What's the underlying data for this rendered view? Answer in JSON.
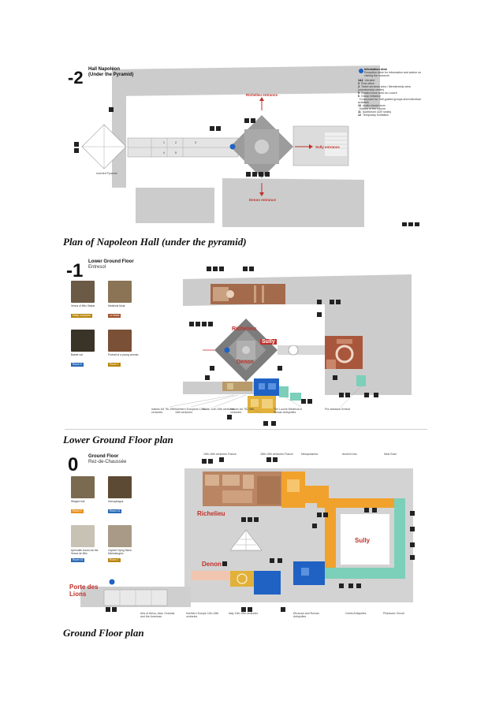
{
  "maps": {
    "hall": {
      "level_number": "-2",
      "title": "Hall Napoléon",
      "subtitle": "(Under the Pyramid)",
      "richelieu_entrance": "Richelieu entrance",
      "denon_entrance": "Denon entrance",
      "sully_entrance": "Sully entrance",
      "inverted_pyramid": "Inverted Pyramid",
      "legend": {
        "info_title": "Information desk",
        "info_text": "Reception desk for information and advice on visiting the museum",
        "items": [
          {
            "num": "1&2",
            "text": "Librairie"
          },
          {
            "num": "3",
            "text": "Post office"
          },
          {
            "num": "4",
            "text": "Ticket services area / Membership area (membership center)"
          },
          {
            "num": "5",
            "text": "Guided tours area du Louvre"
          },
          {
            "num": "6",
            "text": "Group entrance"
          },
          {
            "num": "",
            "text": "Cross point for Self-guided groups and individual activities"
          },
          {
            "num": "10",
            "text": "Audio-visual room"
          },
          {
            "num": "",
            "text": "Editors of the Louvre"
          },
          {
            "num": "11",
            "text": "Auditorium (420 seats)"
          },
          {
            "num": "12",
            "text": "Temporary exhibition"
          }
        ]
      }
    },
    "lower": {
      "level_number": "-1",
      "title": "Lower Ground Floor",
      "subtitle": "Entresol",
      "sully_label": "Sully",
      "richelieu_label": "Richelieu",
      "denon_label": "Denon",
      "thumbs": [
        {
          "label": "Venus of Milo Statue",
          "tag": "Marly courtyard",
          "tag_color": "#b8860b"
        },
        {
          "label": "Medieval Moat",
          "tag": "Le fossé",
          "tag_color": "#a0522d"
        },
        {
          "label": "Bastet cat",
          "tag": "Room 6",
          "tag_color": "#2a6ab5"
        },
        {
          "label": "Portrait of a young woman",
          "tag": "Room 1",
          "tag_color": "#b8860b"
        }
      ],
      "bottom_labels": [
        "Islamic Art 7th-19th centuries",
        "Northern European 12th-16th centuries",
        "Italian 11th-15th centuries",
        "Islamic Art 7th-19th centuries",
        "The Louvre Medieval & Roman Antiquities",
        "Pre-classical Greece"
      ]
    },
    "ground": {
      "level_number": "0",
      "title": "Ground Floor",
      "subtitle": "Rez-de-Chaussée",
      "richelieu_label": "Richelieu",
      "denon_label": "Denon",
      "sully_label": "Sully",
      "porte_label": "Porte des Lions",
      "thumbs": [
        {
          "label": "Winged bull",
          "tag": "Room 4",
          "tag_color": "#e8901e"
        },
        {
          "label": "Sarcophagus",
          "tag": "Room 14",
          "tag_color": "#2a6ab5"
        },
        {
          "label": "Aphrodite known as the Venus de Milo",
          "tag": "Room 16",
          "tag_color": "#2a6ab5"
        },
        {
          "label": "Captive Dying Slave, Michelangelo",
          "tag": "Room 1",
          "tag_color": "#b8860b"
        }
      ],
      "top_labels": [
        "16th-18th centuries France",
        "18th-19th centuries France",
        "Mesopotamia",
        "Ancient Iran",
        "Near East"
      ],
      "bottom_labels": [
        "Arts of Africa, Asia, Oceania and the Americas",
        "Northern Europe 11th-16th centuries",
        "Italy 11th-19th centuries",
        "Etruscan and Roman Antiquities",
        "Greek Antiquities",
        "Pharaonic Circuit"
      ]
    }
  },
  "captions": {
    "hall": "Plan of Napoleon Hall (under the pyramid)",
    "lower": "Lower Ground Floor plan",
    "ground": "Ground Floor plan"
  },
  "colors": {
    "building_gray": "#c9c9c9",
    "dark_gray": "#8e8e8e",
    "entrance_red": "#c0302a",
    "blue": "#1f62c4",
    "orange": "#f0a22c",
    "teal": "#7ccfb9",
    "brown": "#a46a4c",
    "ochre": "#e2b13a"
  }
}
